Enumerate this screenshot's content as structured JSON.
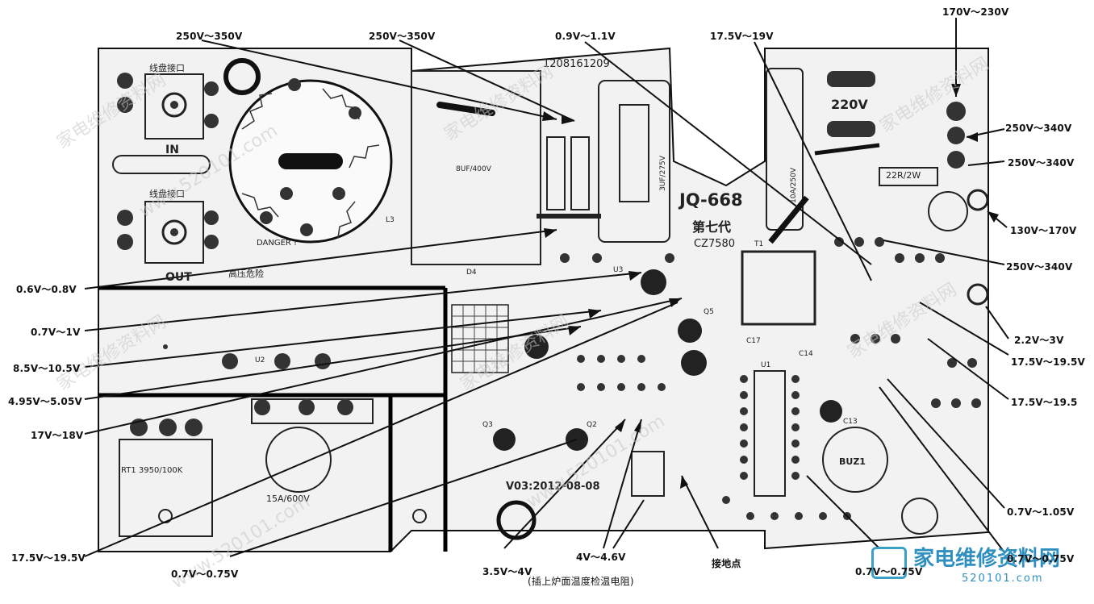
{
  "voltage_labels": [
    "170V～230V",
    "250V～350V",
    "250V～350V",
    "0.9V～1.1V",
    "17.5V～19V",
    "250V～340V",
    "250V～340V",
    "130V～170V",
    "250V～340V",
    "2.2V～3V",
    "17.5V～19.5V",
    "17.5V～19.5",
    "0.6V～0.8V",
    "0.7V～1V",
    "8.5V～10.5V",
    "4.95V～5.05V",
    "17V～18V",
    "17.5V～19.5V",
    "0.7V～0.75V",
    "3.5V～4V",
    "4V～4.6V",
    "接地点",
    "0.7V～0.75V",
    "0.7V～0.75V",
    "0.7V～1.05V"
  ],
  "note": "(插上炉面温度检温电阻)",
  "board": {
    "model": "JQ-668",
    "generation": "第七代",
    "ic_code": "CZ7580",
    "version": "V03:2012-08-08",
    "mains": "220V",
    "resistor_22r": "22R/2W",
    "rt1": "RT1 3950/100K",
    "fuse": "15A/600V",
    "cap_8uf": "8UF/400V",
    "cap_3uf": "3UF/275V",
    "part_no": "1208161209",
    "in_label": "IN",
    "out_label": "OUT",
    "danger": "DANGER !",
    "high_voltage": "高压危险",
    "coil_in": "线盘接口",
    "coil_out": "线盘接口",
    "buzzer": "BUZ1",
    "fuse_holder": "10A/250V",
    "l3": "L3",
    "d4": "D4",
    "u2": "U2",
    "u1": "U1",
    "u3": "U3",
    "c17": "C17",
    "c14": "C14",
    "c13": "C13",
    "q2": "Q2",
    "q3": "Q3",
    "q5": "Q5",
    "tp1": "T1"
  },
  "watermark": {
    "text_cn": "家电维修资料网",
    "url": "www.520101.com",
    "logo_text": "家电维修资料网",
    "logo_url": "520101.com"
  }
}
